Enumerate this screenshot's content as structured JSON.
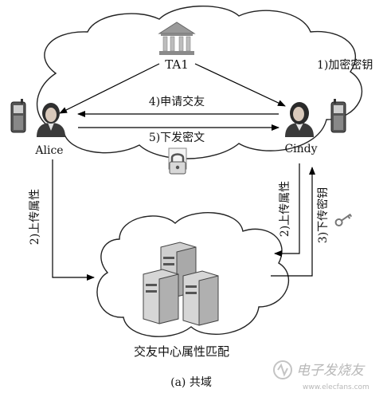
{
  "diagram": {
    "top_node": "TA1",
    "left_node": "Alice",
    "right_node": "Cindy",
    "step1": "1)加密密钥",
    "step2": "2)上传属性",
    "step2_right": "2)上传属性",
    "step3": "3)下传密钥",
    "step4": "4)申请交友",
    "step5": "5)下发密文",
    "center_label": "交友中心属性匹配",
    "caption": "(a) 共域"
  },
  "watermark": {
    "brand": "电子发烧友",
    "url": "www.elecfans.com"
  },
  "icons": [
    "bank-icon",
    "phone-icon",
    "person-icon",
    "lock-icon",
    "key-icon",
    "server-icon"
  ]
}
